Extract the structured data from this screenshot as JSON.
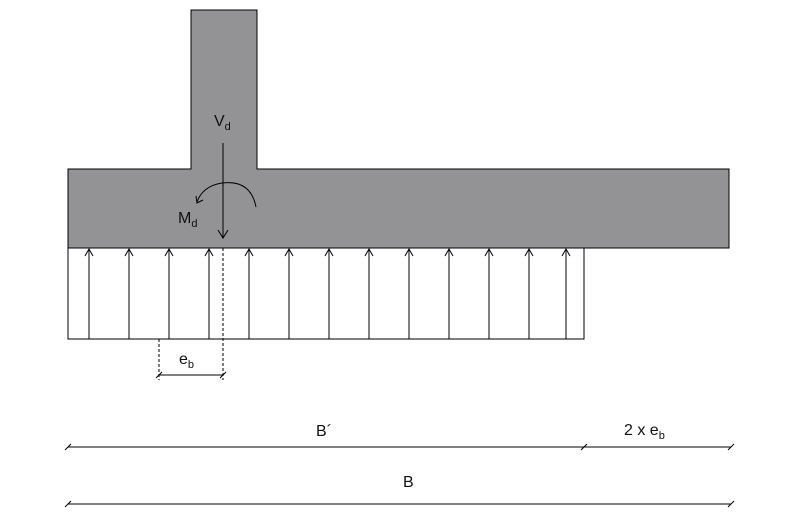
{
  "colors": {
    "footing_fill": "#939396",
    "stroke": "#000000",
    "background": "#ffffff"
  },
  "labels": {
    "vd_main": "V",
    "vd_sub": "d",
    "md_main": "M",
    "md_sub": "d",
    "eb_main": "e",
    "eb_sub": "b",
    "b_prime": "B´",
    "two_eb_main": "2 x e",
    "two_eb_sub": "b",
    "b_total": "B"
  }
}
